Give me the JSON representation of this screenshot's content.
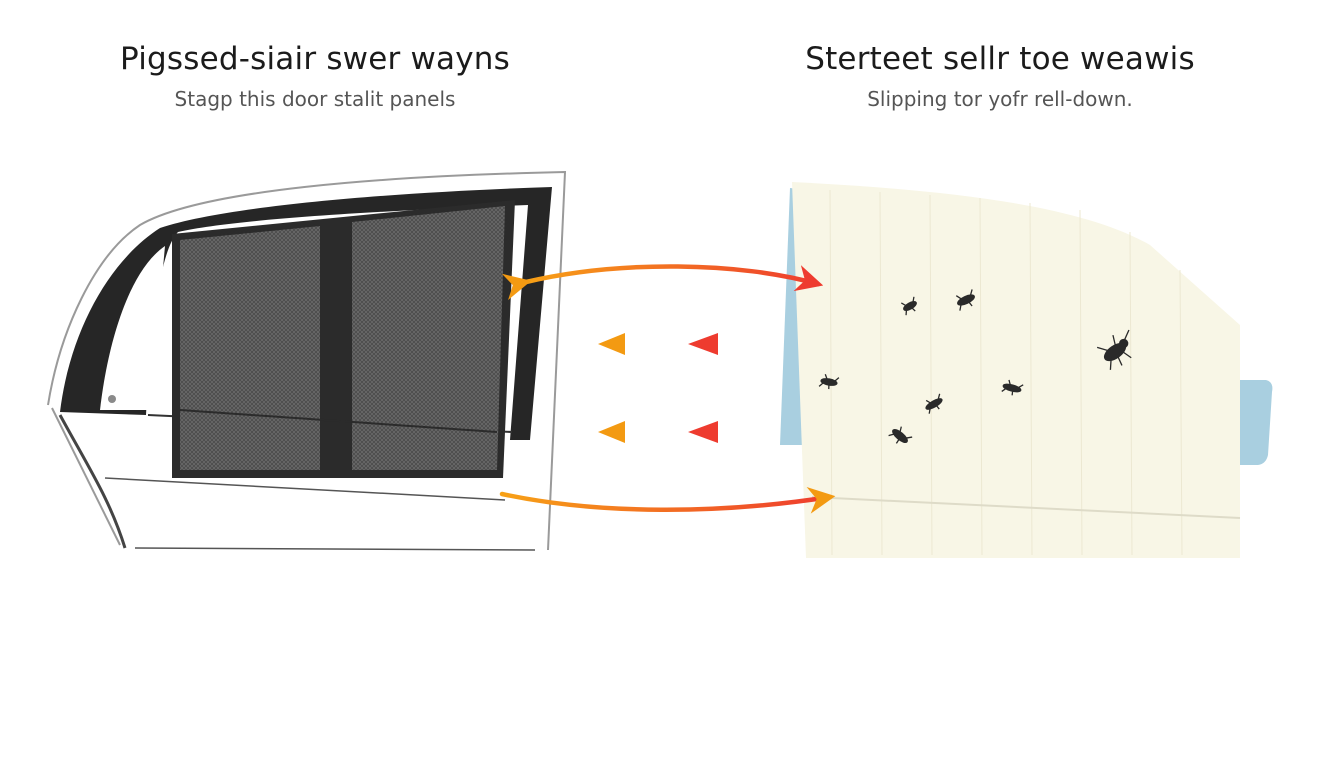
{
  "left_panel": {
    "title": "Pigssed-siair swer wayns",
    "subtitle": "Stagp this door stalit panels"
  },
  "right_panel": {
    "title": "Stertеet sellr toe weawis",
    "subtitle": "Slipping tor yofr rell-down."
  },
  "icons": [
    "car-door-icon",
    "mesh-screen-icon",
    "window-shade-icon",
    "insect-icon",
    "arrow-icon"
  ],
  "colors": {
    "mesh": "#5a5a5a",
    "frame": "#2b2b2b",
    "shade": "#f8f6e6",
    "glass": "#a9cfe0",
    "arrow_orange": "#f39a12",
    "arrow_red": "#ee3b2f",
    "insect": "#2a2a2a"
  }
}
